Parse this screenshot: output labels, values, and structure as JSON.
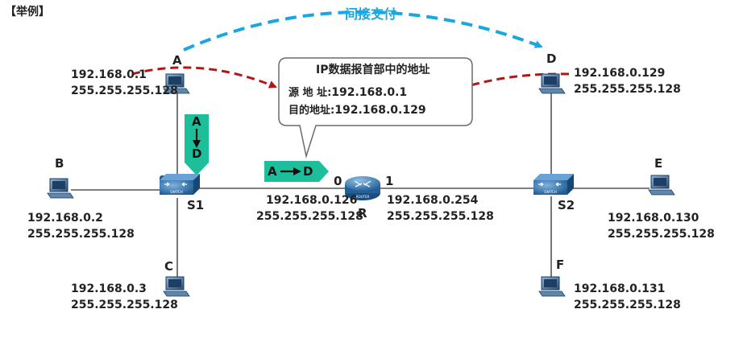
{
  "example_label": "【举例】",
  "indirect_delivery": "间接交付",
  "hosts": {
    "A": {
      "letter": "A",
      "ip": "192.168.0.1",
      "mask": "255.255.255.128"
    },
    "B": {
      "letter": "B",
      "ip": "192.168.0.2",
      "mask": "255.255.255.128"
    },
    "C": {
      "letter": "C",
      "ip": "192.168.0.3",
      "mask": "255.255.255.128"
    },
    "D": {
      "letter": "D",
      "ip": "192.168.0.129",
      "mask": "255.255.255.128"
    },
    "E": {
      "letter": "E",
      "ip": "192.168.0.130",
      "mask": "255.255.255.128"
    },
    "F": {
      "letter": "F",
      "ip": "192.168.0.131",
      "mask": "255.255.255.128"
    }
  },
  "switches": {
    "S1": "S1",
    "S2": "S2",
    "device_text": "SWITCH"
  },
  "router": {
    "name": "R",
    "device_text": "ROUTER",
    "port0": {
      "id": "0",
      "ip": "192.168.0.126",
      "mask": "255.255.255.128"
    },
    "port1": {
      "id": "1",
      "ip": "192.168.0.254",
      "mask": "255.255.255.128"
    }
  },
  "callout": {
    "title": "IP数据报首部中的地址",
    "src_label": "源 地 址",
    "src_value": "192.168.0.1",
    "dst_label": "目的地址",
    "dst_value": "192.168.0.129",
    "separator": ":"
  },
  "packet_vertical": {
    "from": "A",
    "to": "D"
  },
  "packet_horizontal": {
    "from": "A",
    "to": "D"
  },
  "colors": {
    "blue_arc": "#1aa6e0",
    "red_arc": "#b01818",
    "packet_green": "#1dbf9a",
    "link": "#555555",
    "device_blue": "#2f6fa8"
  }
}
